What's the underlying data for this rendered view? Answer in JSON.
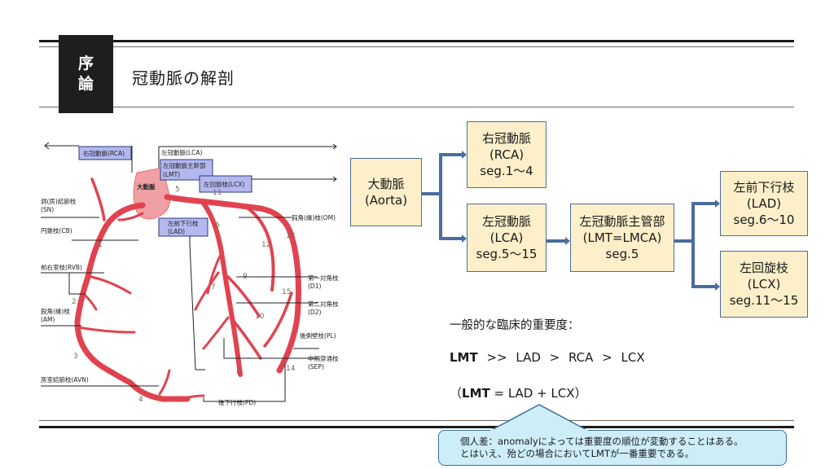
{
  "header": {
    "section_tab_line1": "序",
    "section_tab_line2": "論",
    "title": "冠動脈の解剖"
  },
  "anatomy": {
    "labels": {
      "rca_box": "右冠動脈(RCA)",
      "lca": "左冠動脈(LCA)",
      "lmt_box_line1": "左冠動脈主幹部",
      "lmt_box_line2": "(LMT)",
      "lcx_box": "左回旋枝(LCX)",
      "lad_box_line1": "左前下行枝",
      "lad_box_line2": "(LAD)",
      "aorta": "大動脈",
      "sn_line1": "洞(房)結節枝",
      "sn_line2": "(SN)",
      "cb": "円錐枝(CB)",
      "rvb": "前右室枝(RVB)",
      "am_line1": "鋭角(縁)枝",
      "am_line2": "(AM)",
      "avn": "房室結節枝(AVN)",
      "pd": "後下行枝(PD)",
      "om": "鈍角(縁)枝(OM)",
      "d1_line1": "第一対角枝",
      "d1_line2": "(D1)",
      "d2_line1": "第二対角枝",
      "d2_line2": "(D2)",
      "pl": "後側壁枝(PL)",
      "sep_line1": "中隔穿通枝",
      "sep_line2": "(SEP)"
    },
    "segments": [
      "1",
      "2",
      "3",
      "4",
      "5",
      "6",
      "7",
      "8",
      "9",
      "10",
      "11",
      "12",
      "13",
      "14",
      "15"
    ]
  },
  "flow": {
    "aorta": {
      "line1": "大動脈",
      "line2": "(Aorta)"
    },
    "rca": {
      "line1": "右冠動脈",
      "line2": "(RCA)",
      "line3": "seg.1～4"
    },
    "lca": {
      "line1": "左冠動脈",
      "line2": "(LCA)",
      "line3": "seg.5～15"
    },
    "lmt": {
      "line1": "左冠動脈主管部",
      "line2": "(LMT=LMCA)",
      "line3": "seg.5"
    },
    "lad": {
      "line1": "左前下行枝",
      "line2": "(LAD)",
      "line3": "seg.6～10"
    },
    "lcx": {
      "line1": "左回旋枝",
      "line2": "(LCX)",
      "line3": "seg.11～15"
    }
  },
  "importance": {
    "title": "一般的な臨床的重要度：",
    "rank_first": "LMT",
    "rank_rest": " >> LAD > RCA > LCX",
    "eq_open": "（",
    "eq_bold": "LMT",
    "eq_rest": " = LAD + LCX）"
  },
  "callout": {
    "line1": "個人差：anomalyによっては重要度の順位が変動することはある。",
    "line2": "とはいえ、殆どの場合においてLMTが一番重要である。"
  },
  "colors": {
    "artery": "#e0434f",
    "aorta": "#f0a0a4",
    "label_box": "#b4b8ef",
    "flow_box": "#fdefc9",
    "flow_arrow": "#4a6da0",
    "callout": "#cdeef9"
  }
}
